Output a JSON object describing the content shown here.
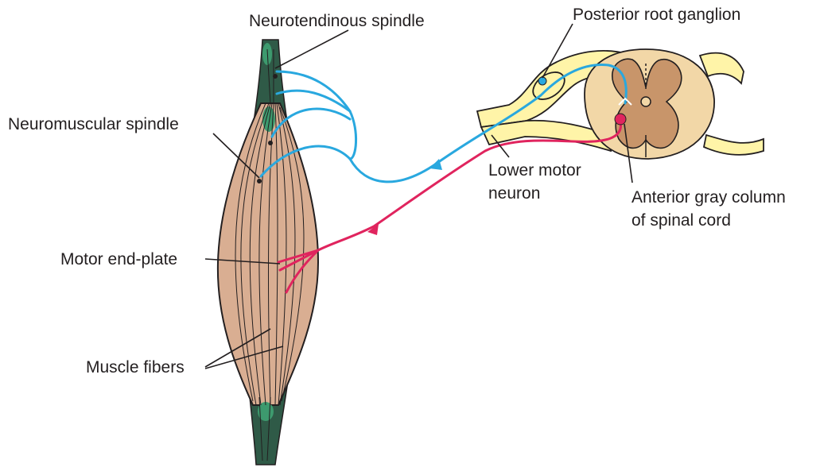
{
  "labels": {
    "neurotendinous_spindle": "Neurotendinous spindle",
    "neuromuscular_spindle": "Neuromuscular spindle",
    "motor_end_plate": "Motor end-plate",
    "muscle_fibers": "Muscle fibers",
    "posterior_root_ganglion": "Posterior root ganglion",
    "lower_motor_neuron": [
      "Lower motor",
      "neuron"
    ],
    "anterior_gray_column": [
      "Anterior gray column",
      "of spinal cord"
    ]
  },
  "colors": {
    "sensory_nerve": "#29a8df",
    "motor_nerve": "#e0245e",
    "muscle": "#d9ae92",
    "muscle_shadow": "#b98a6e",
    "tendon": "#2f5a47",
    "tendon_highlight": "#3d9a6e",
    "nerve_root": "#fff4a8",
    "gray_matter": "#c8956a",
    "white_matter": "#f2d7a7"
  }
}
